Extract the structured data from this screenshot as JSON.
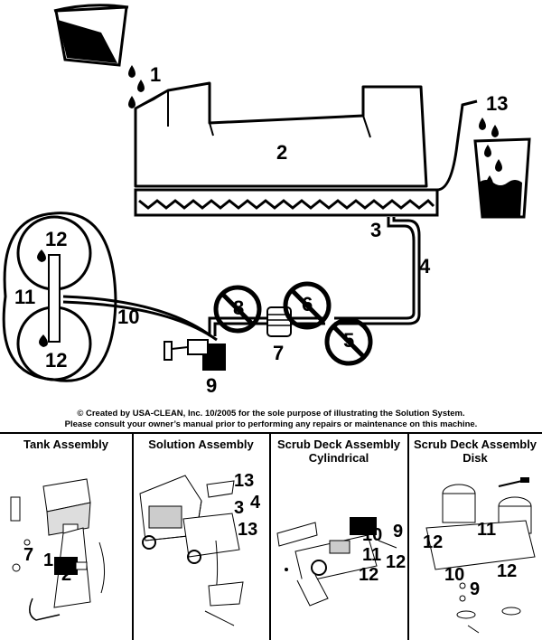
{
  "diagram": {
    "callouts": {
      "n1": "1",
      "n2": "2",
      "n3": "3",
      "n4": "4",
      "n5": "5",
      "n6": "6",
      "n7": "7",
      "n8": "8",
      "n9": "9",
      "n10": "10",
      "n11": "11",
      "n12a": "12",
      "n12b": "12",
      "n13": "13"
    }
  },
  "copyright": {
    "line1": "© Created by USA-CLEAN, Inc. 10/2005 for the sole purpose of illustrating the Solution System.",
    "line2": "Please consult your owner’s manual prior to performing any repairs or maintenance on this machine."
  },
  "panels": [
    {
      "title": "Tank Assembly",
      "numbers": [
        "7",
        "1",
        "2"
      ]
    },
    {
      "title": "Solution Assembly",
      "numbers": [
        "13",
        "3",
        "4",
        "13"
      ]
    },
    {
      "title": "Scrub Deck Assembly Cylindrical",
      "numbers": [
        "10",
        "9",
        "11",
        "12",
        "12"
      ]
    },
    {
      "title": "Scrub Deck Assembly Disk",
      "numbers": [
        "11",
        "12",
        "10",
        "12",
        "9"
      ]
    }
  ]
}
